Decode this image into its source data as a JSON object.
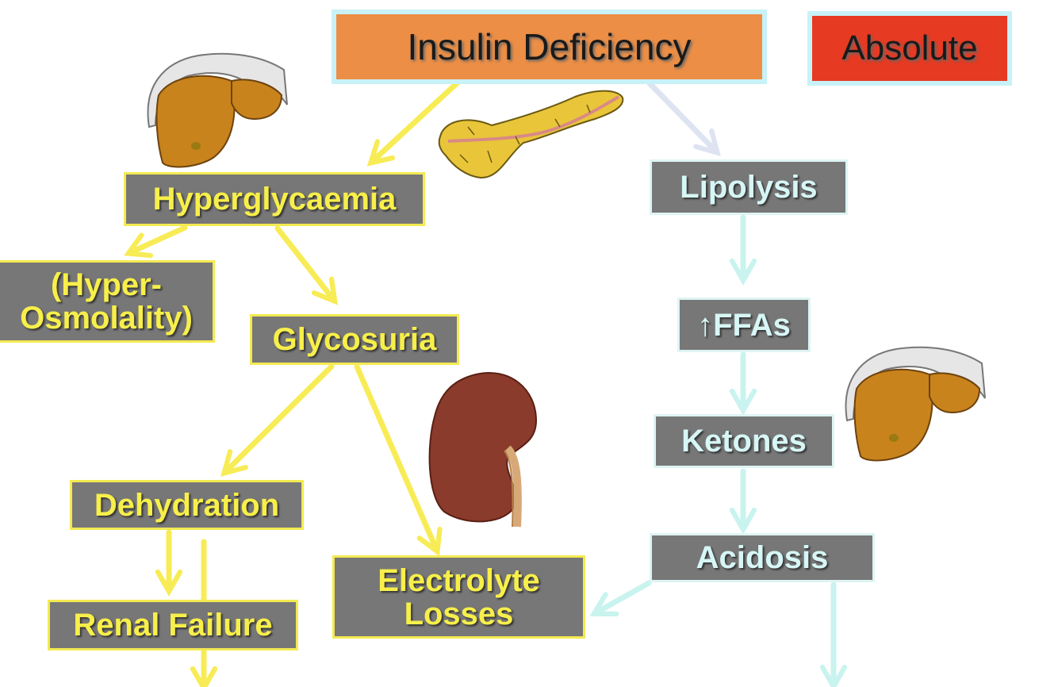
{
  "diagram": {
    "header": {
      "cause": "Insulin Deficiency",
      "type": "Absolute"
    },
    "nodes": {
      "hyperglycaemia": "Hyperglycaemia",
      "hyperosmolality_line1": "(Hyper-",
      "hyperosmolality_line2": "Osmolality)",
      "glycosuria": "Glycosuria",
      "dehydration": "Dehydration",
      "renal_failure": "Renal Failure",
      "electrolyte_line1": "Electrolyte",
      "electrolyte_line2": "Losses",
      "lipolysis": "Lipolysis",
      "ffas": "↑FFAs",
      "ketones": "Ketones",
      "acidosis": "Acidosis"
    },
    "illustrations": [
      "liver-illustration",
      "pancreas-illustration",
      "kidney-illustration",
      "liver-illustration"
    ],
    "colors": {
      "box_fill": "#777777",
      "yellow_text": "#f7ef4a",
      "yellow_arrow": "#f7ec56",
      "cyan_text": "#d7f6f6",
      "cyan_arrow": "#c9f3ee",
      "header_orange": "#ec8e45",
      "header_red": "#e63a22",
      "header_outline": "#c8f2f8"
    }
  }
}
